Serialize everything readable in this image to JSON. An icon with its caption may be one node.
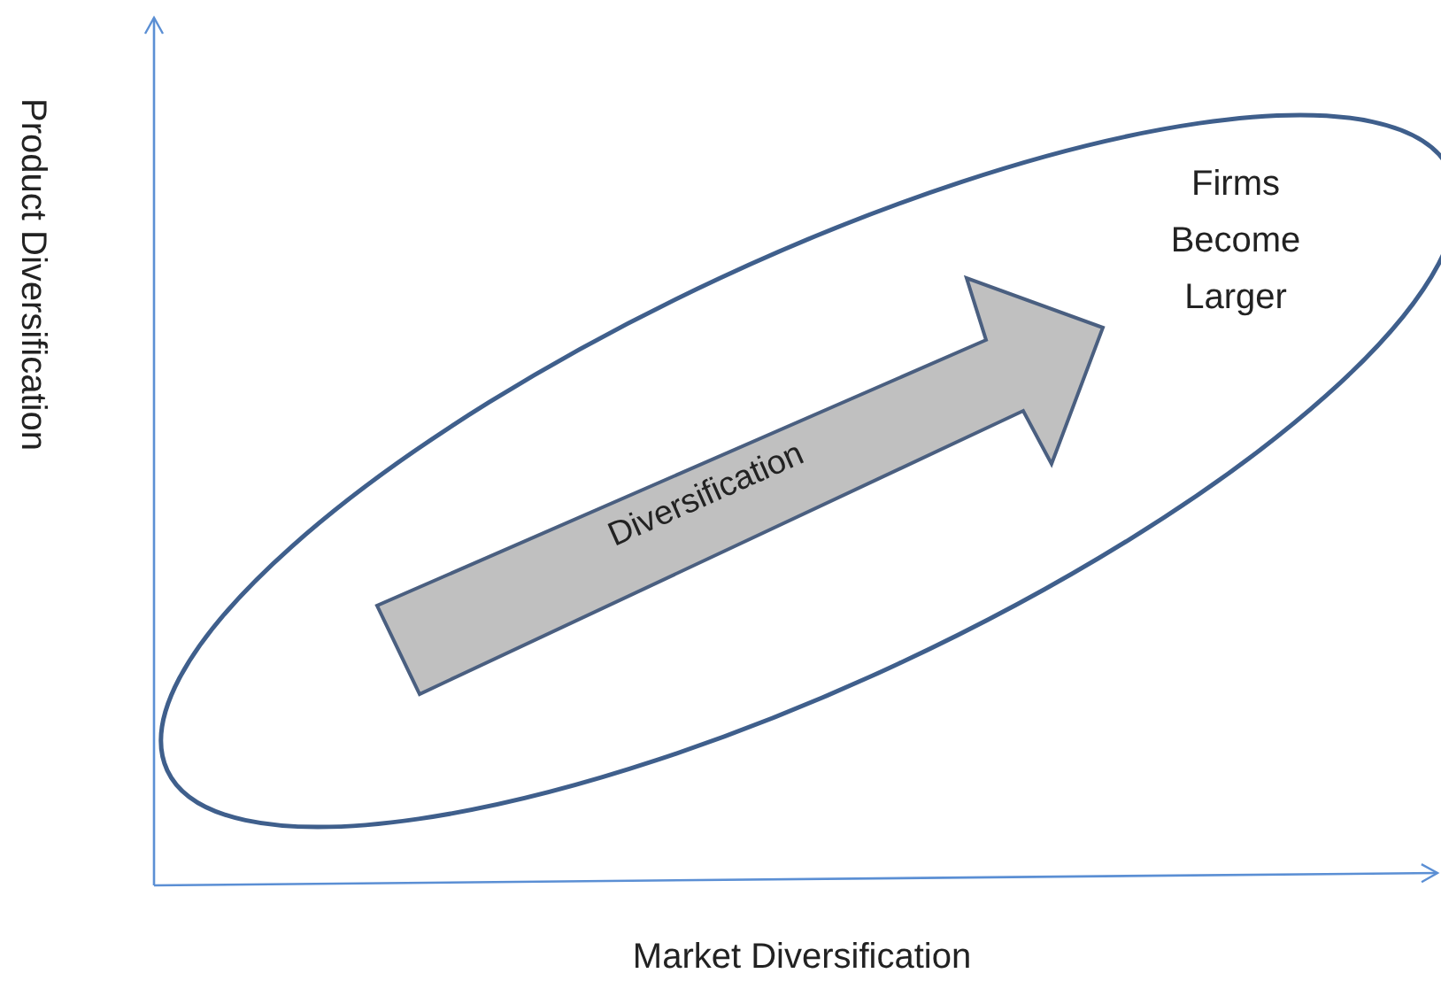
{
  "diagram": {
    "nodes": [
      {
        "text": [
          "Firms Become Larger"
        ]
      },
      {
        "text": [
          "Diversification"
        ],
        "in": 0
      }
    ],
    "labels": [
      "Product Diversification",
      "Market Diversification"
    ]
  }
}
